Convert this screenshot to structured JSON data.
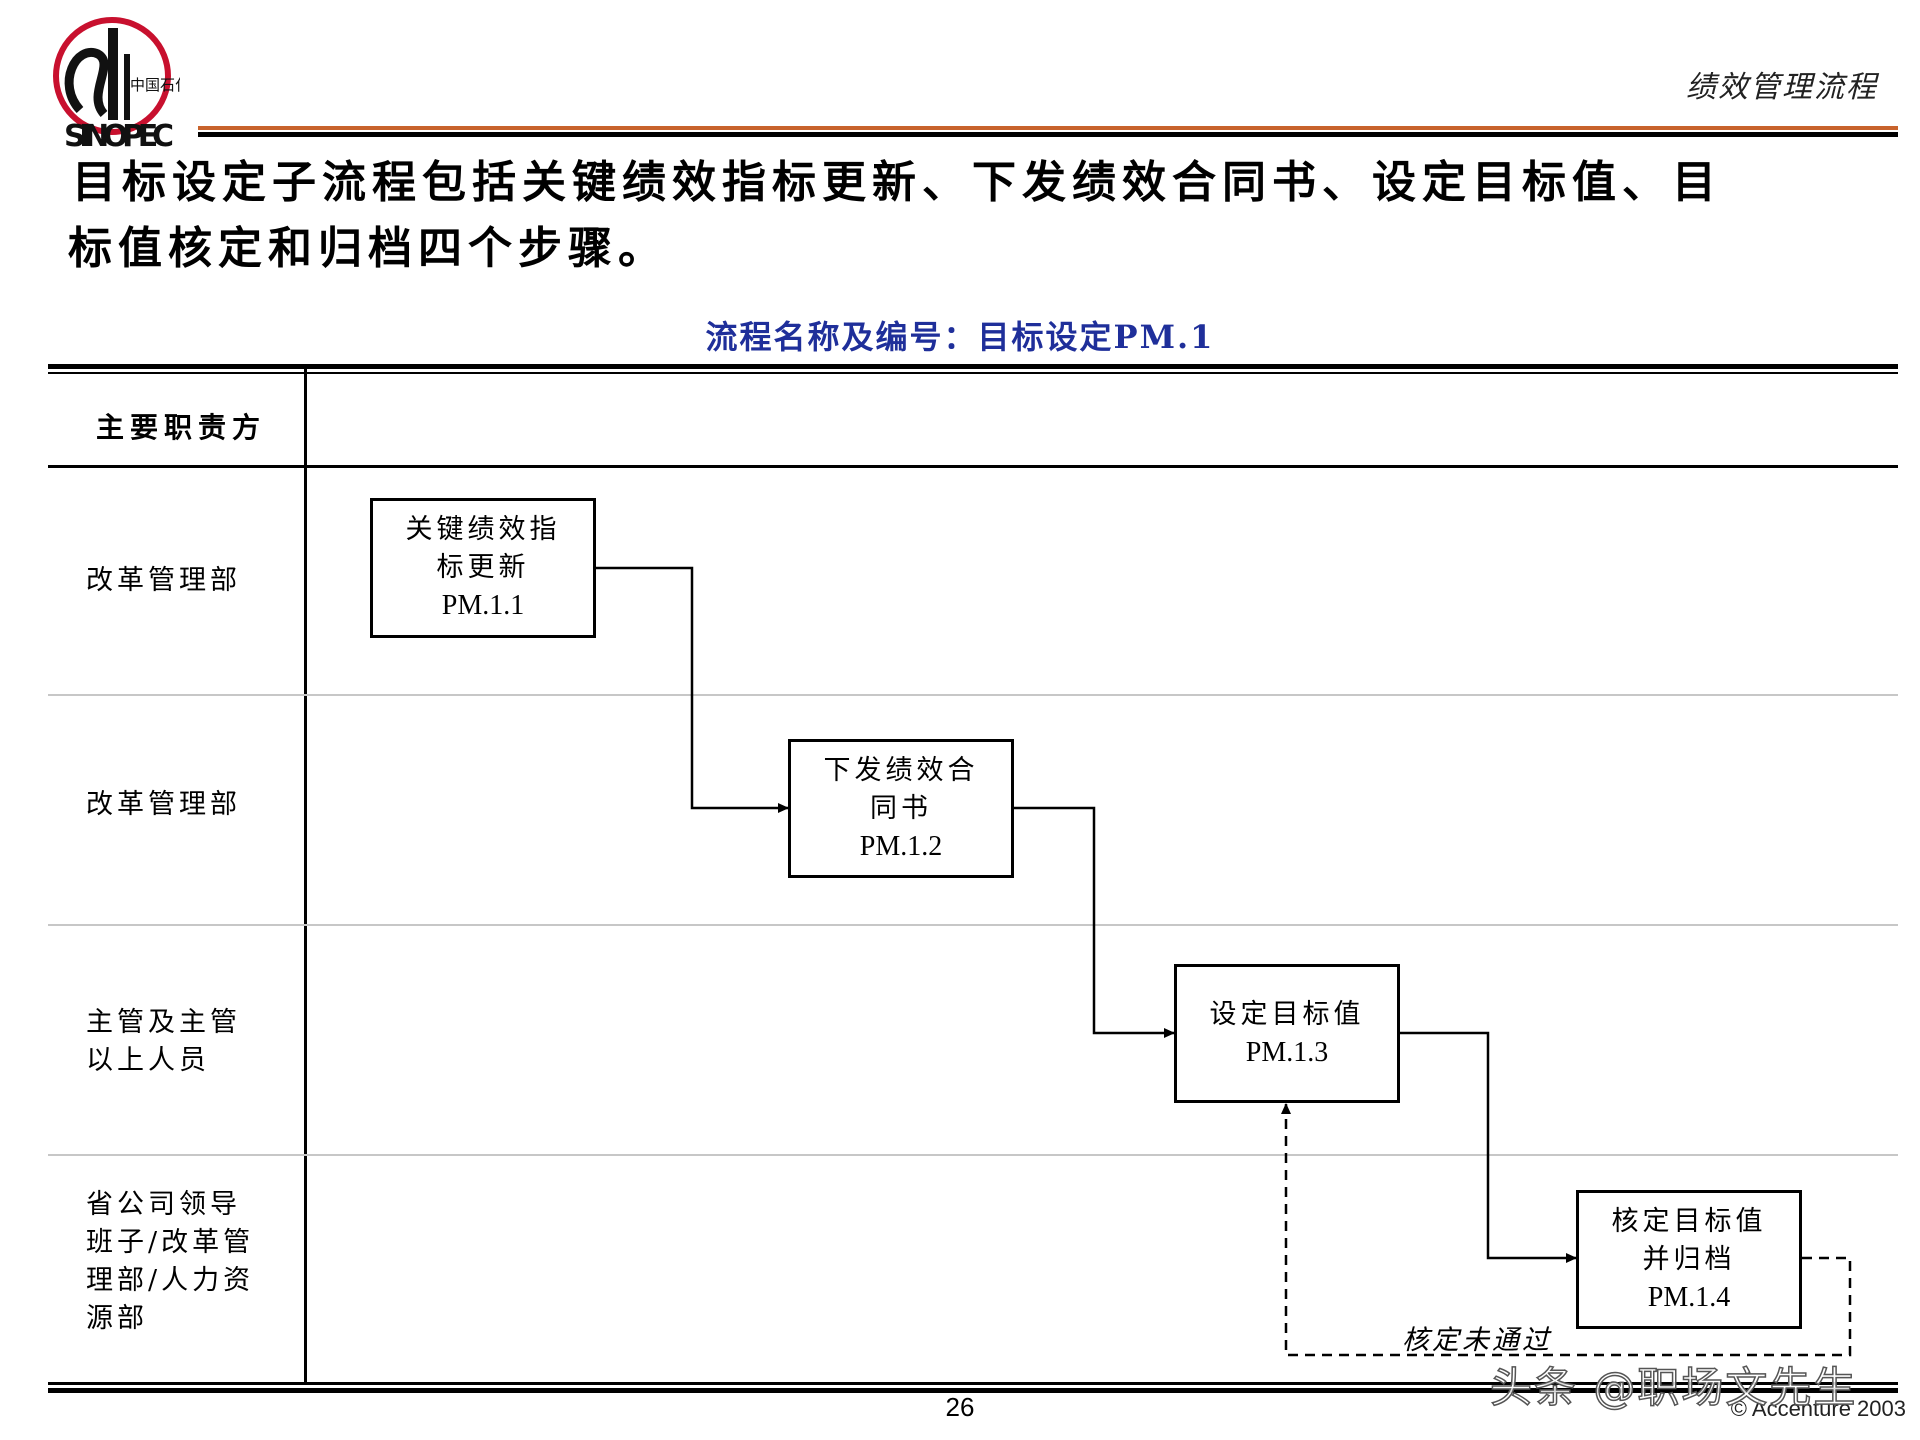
{
  "header": {
    "logo_text": "SINOPEC",
    "logo_cn": "中国石化",
    "section_title": "绩效管理流程"
  },
  "headline": {
    "line1": "目标设定子流程包括关键绩效指标更新、下发绩效合同书、设定目标值、目",
    "line2": "标值核定和归档四个步骤。"
  },
  "process_name": "流程名称及编号：目标设定PM.1",
  "table": {
    "column_header": "主要职责方",
    "lanes": [
      {
        "label_lines": [
          "改革管理部"
        ]
      },
      {
        "label_lines": [
          "改革管理部"
        ]
      },
      {
        "label_lines": [
          "主管及主管",
          "以上人员"
        ]
      },
      {
        "label_lines": [
          "省公司领导",
          "班子/改革管",
          "理部/人力资",
          "源部"
        ]
      }
    ]
  },
  "steps": [
    {
      "lines": [
        "关键绩效指",
        "标更新"
      ],
      "code": "PM.1.1"
    },
    {
      "lines": [
        "下发绩效合",
        "同书"
      ],
      "code": "PM.1.2"
    },
    {
      "lines": [
        "设定目标值"
      ],
      "code": "PM.1.3"
    },
    {
      "lines": [
        "核定目标值",
        "并归档"
      ],
      "code": "PM.1.4"
    }
  ],
  "reject_label": "核定未通过",
  "footer": {
    "page_number": "26",
    "copyright": "© Accenture 2003",
    "watermark": "头条 @职场文先生"
  },
  "colors": {
    "accent_orange": "#c8632c",
    "title_blue": "#1f2f9a",
    "lane_divider": "#c7c7c7",
    "logo_red": "#c8102e"
  }
}
